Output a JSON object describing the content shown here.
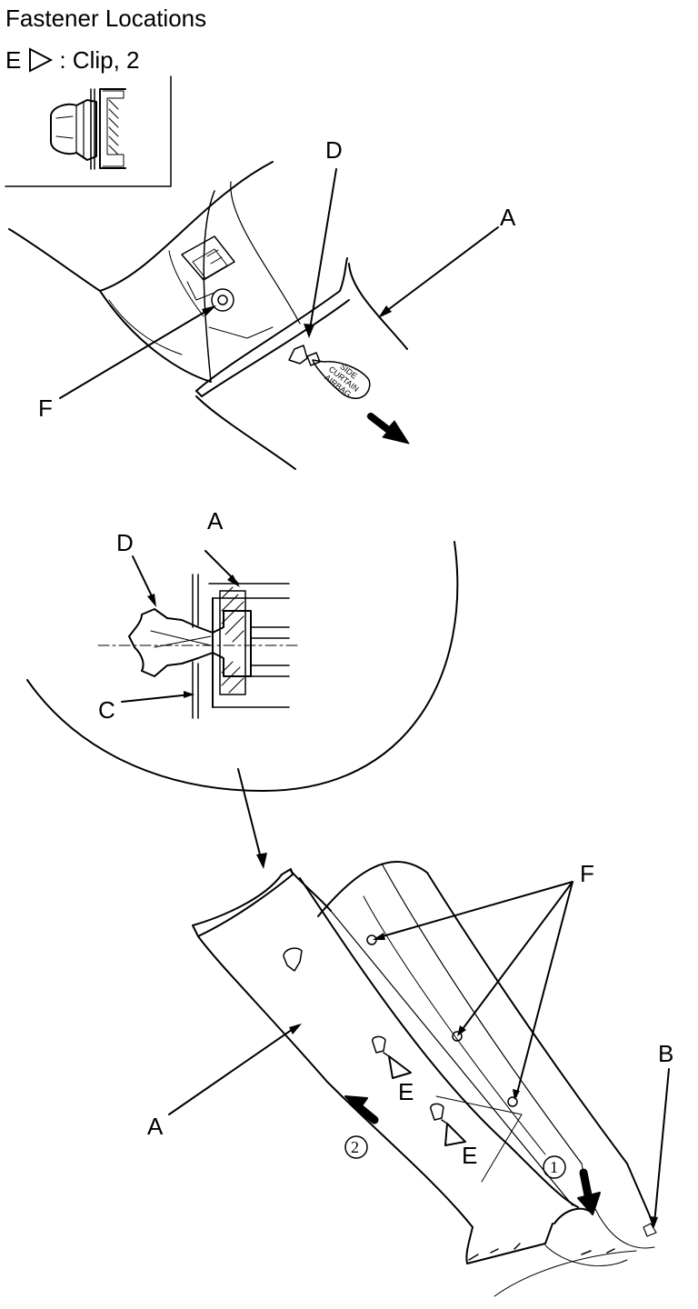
{
  "header": {
    "title": "Fastener Locations",
    "legend_letter": "E",
    "legend_text": ": Clip, 2",
    "legend_icon": "triangle-outline-icon"
  },
  "callouts": {
    "A": "A",
    "B": "B",
    "C": "C",
    "D": "D",
    "E": "E",
    "F": "F"
  },
  "steps": {
    "one": "1",
    "two": "2"
  },
  "module_label": [
    "SIDE",
    "CURTAIN",
    "AIRBAG"
  ]
}
